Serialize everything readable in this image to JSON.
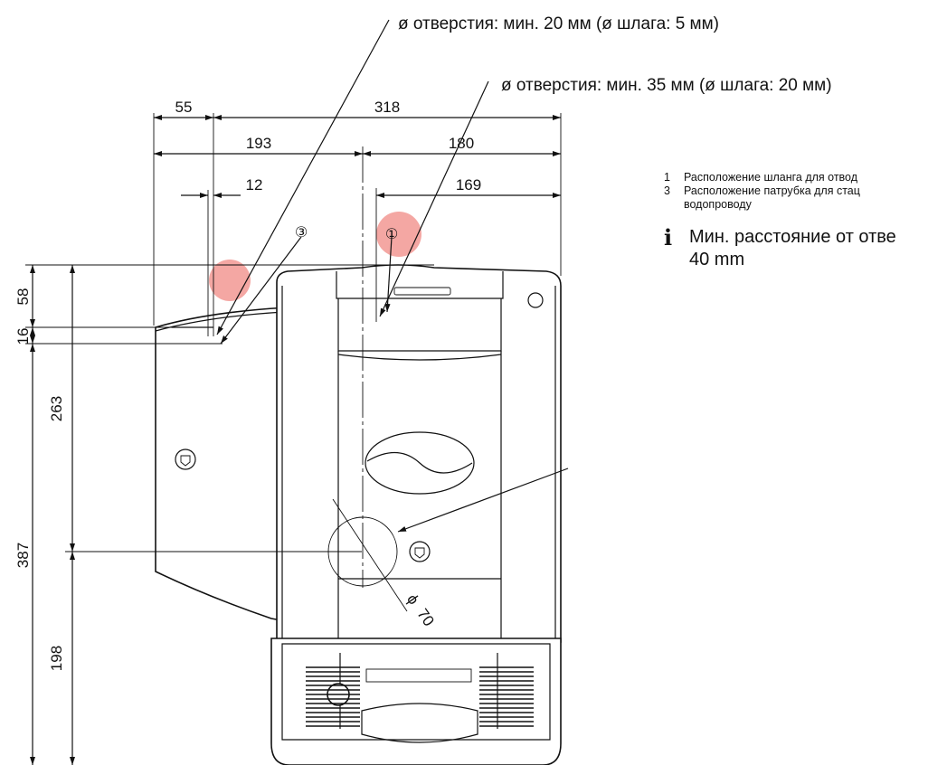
{
  "callouts": {
    "small_hole": "ø отверстия: мин. 20 мм (ø шлага: 5 мм)",
    "large_hole": "ø отверстия: мин. 35 мм (ø шлага: 20 мм)"
  },
  "dimensions": {
    "d55": "55",
    "d318": "318",
    "d193": "193",
    "d180": "180",
    "d12": "12",
    "d169": "169",
    "d58": "58",
    "d16": "16",
    "d263": "263",
    "d387": "387",
    "d198": "198",
    "d70": "70",
    "phi": "ϕ"
  },
  "markers": {
    "m1": "①",
    "m3": "③"
  },
  "legend": {
    "items": [
      {
        "num": "1",
        "text": "Расположение шланга для отвод"
      },
      {
        "num": "3",
        "text": "Расположение патрубка для стац"
      },
      {
        "num": "",
        "text": "водопроводу"
      }
    ],
    "info_icon": "i",
    "info_text_1": "Мин. расстояние от отве",
    "info_text_2": "40 mm"
  }
}
